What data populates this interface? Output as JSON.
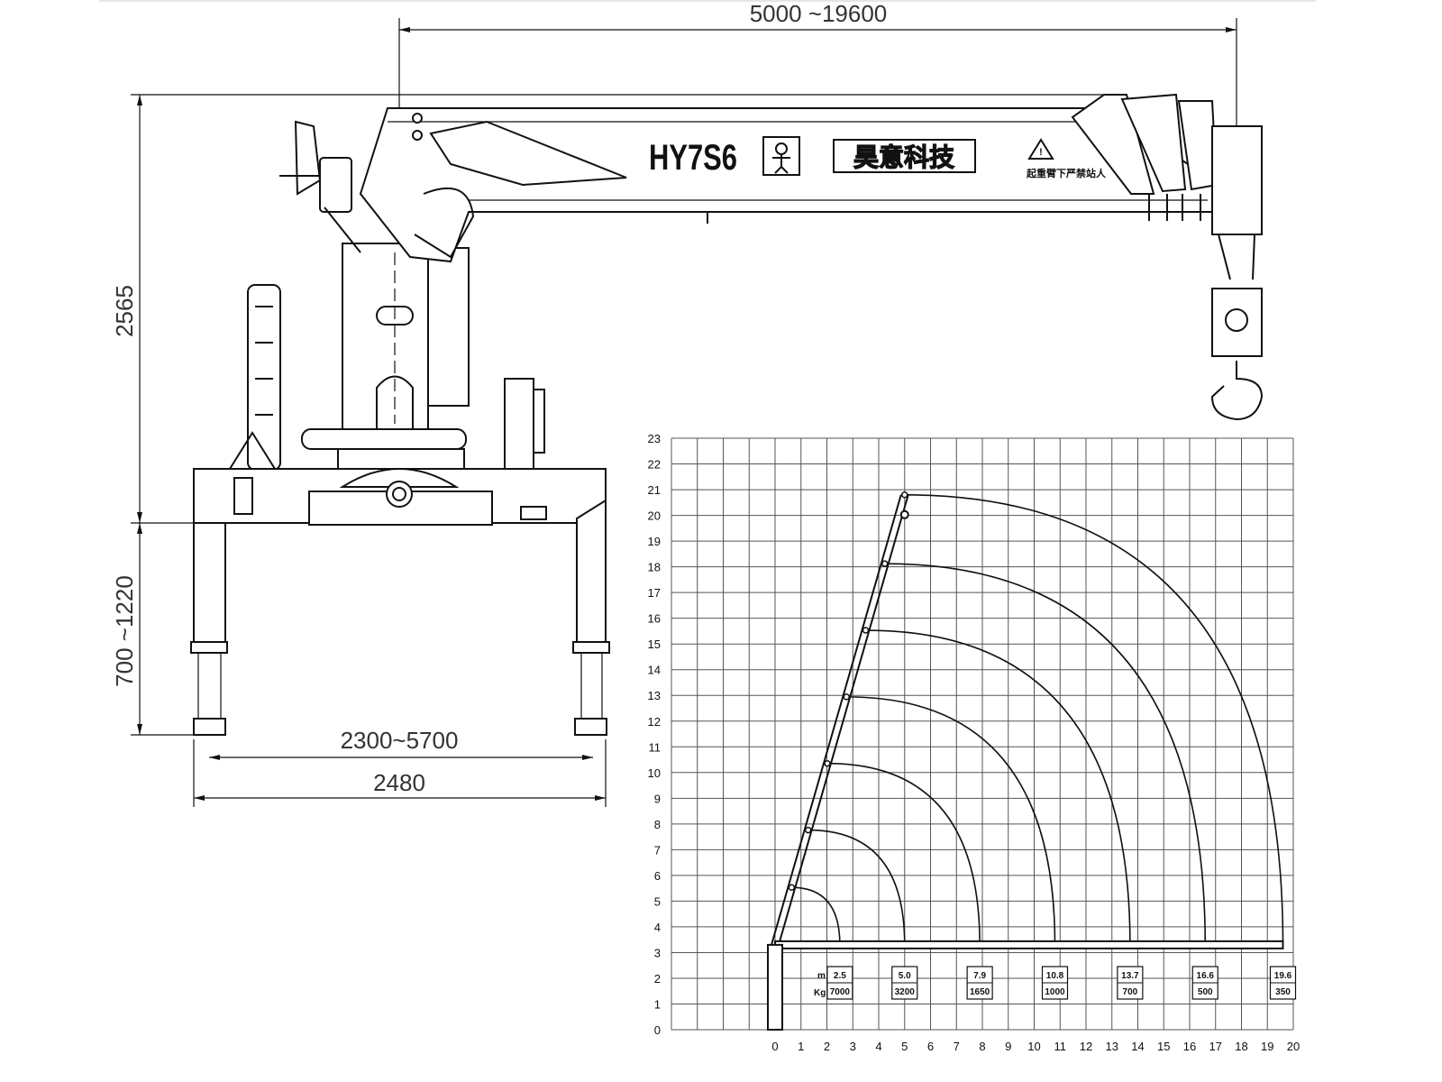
{
  "dimensions": {
    "boom_reach": "5000 ~19600",
    "height": "2565",
    "outrigger_height": "700 ~1220",
    "outrigger_span": "2300~5700",
    "frame_width": "2480"
  },
  "boom_labels": {
    "model": "HY7S6",
    "brand": "昊意科技",
    "warning": "起重臂下严禁站人"
  },
  "chart_data": {
    "type": "load-chart",
    "x_ticks": [
      0,
      1,
      2,
      3,
      4,
      5,
      6,
      7,
      8,
      9,
      10,
      11,
      12,
      13,
      14,
      15,
      16,
      17,
      18,
      19,
      20
    ],
    "y_ticks": [
      0,
      1,
      2,
      3,
      4,
      5,
      6,
      7,
      8,
      9,
      10,
      11,
      12,
      13,
      14,
      15,
      16,
      17,
      18,
      19,
      20,
      21,
      22,
      23
    ],
    "xlim": [
      -4,
      20
    ],
    "ylim": [
      0,
      23
    ],
    "grid": true,
    "unit_labels": {
      "radius": "m",
      "load": "Kg"
    },
    "radius_m": [
      "2.5",
      "5.0",
      "7.9",
      "10.8",
      "13.7",
      "16.6",
      "19.6"
    ],
    "load_kg": [
      "7000",
      "3200",
      "1650",
      "1000",
      "700",
      "500",
      "350"
    ],
    "boom_tip": {
      "x": 5.0,
      "y": 20.8
    },
    "boom_pivot": {
      "x": 0,
      "y": 3.3
    }
  }
}
